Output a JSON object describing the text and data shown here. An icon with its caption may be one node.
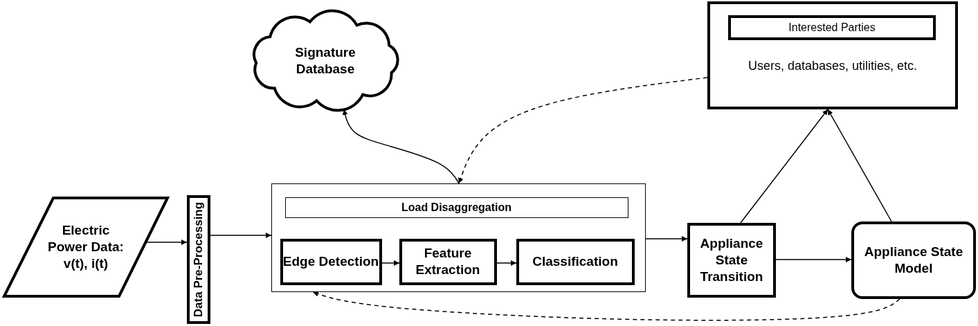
{
  "diagram": {
    "nodes": [
      {
        "text": [
          "Signature Database"
        ]
      },
      {
        "text": [
          "Users, databases, utilities, etc."
        ]
      },
      {
        "text": [
          "Interested Parties"
        ],
        "in": 1
      },
      {
        "text": [
          "Electric Power Data: v(t), i(t)"
        ]
      },
      {
        "text": [
          "Data Pre-Processing"
        ]
      },
      {
        "text": [],
        "shape": "box"
      },
      {
        "text": [
          "Load Disaggregation"
        ],
        "in": 5
      },
      {
        "text": [
          "Edge Detection"
        ],
        "in": 5
      },
      {
        "text": [
          "Feature Extraction"
        ],
        "in": 5
      },
      {
        "text": [
          "Classification"
        ],
        "in": 5
      },
      {
        "text": [
          "Appliance State Transition"
        ]
      },
      {
        "text": [
          "Appliance State Model"
        ]
      }
    ],
    "edges": [
      {
        "from": 3,
        "to": 4,
        "arrow": "to"
      },
      {
        "from": 4,
        "to": 5,
        "arrow": "to"
      },
      {
        "from": 7,
        "to": 8,
        "arrow": "to"
      },
      {
        "from": 8,
        "to": 9,
        "arrow": "to"
      },
      {
        "from": 5,
        "to": 10,
        "arrow": "to"
      },
      {
        "from": 10,
        "to": 11,
        "arrow": "to"
      },
      {
        "from": 10,
        "to": 1,
        "arrow": "to"
      },
      {
        "from": 11,
        "to": 1,
        "arrow": "to"
      },
      {
        "from": 5,
        "to": 0,
        "arrow": "to"
      },
      {
        "from": 1,
        "to": 5,
        "arrow": "to",
        "style": "dashed"
      },
      {
        "from": 11,
        "to": 5,
        "arrow": "to",
        "style": "dashed"
      }
    ]
  }
}
